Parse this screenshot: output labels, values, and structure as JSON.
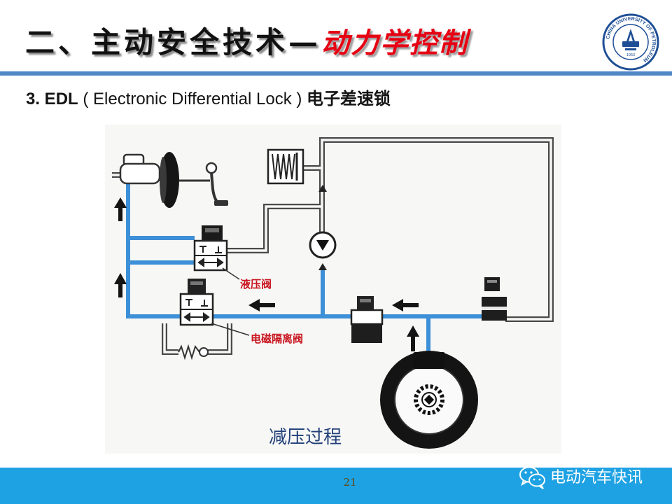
{
  "slide": {
    "title_main": "二、主动安全技术—",
    "title_accent": "动力学控制",
    "subtitle_prefix": "3. EDL",
    "subtitle_middle": " ( Electronic Differential Lock ) ",
    "subtitle_suffix": "电子差速锁",
    "page_number": "21"
  },
  "logo": {
    "icon": "university-seal",
    "seal_text": "CHINA UNIVERSITY OF PETROLEUM",
    "year": "1953"
  },
  "diagram": {
    "labels": {
      "hydraulic_valve": "液压阀",
      "isolation_valve": "电磁隔离阀",
      "process": "减压过程"
    }
  },
  "watermark": {
    "icon": "wechat-icon",
    "text": "电动汽车快讯"
  },
  "colors": {
    "accent": "#e60012",
    "rule": "#4f86c6",
    "footer": "#1fa2e3",
    "pipe_blue": "#3d8fd8",
    "label_red": "#c8141e",
    "caption": "#23407a"
  }
}
